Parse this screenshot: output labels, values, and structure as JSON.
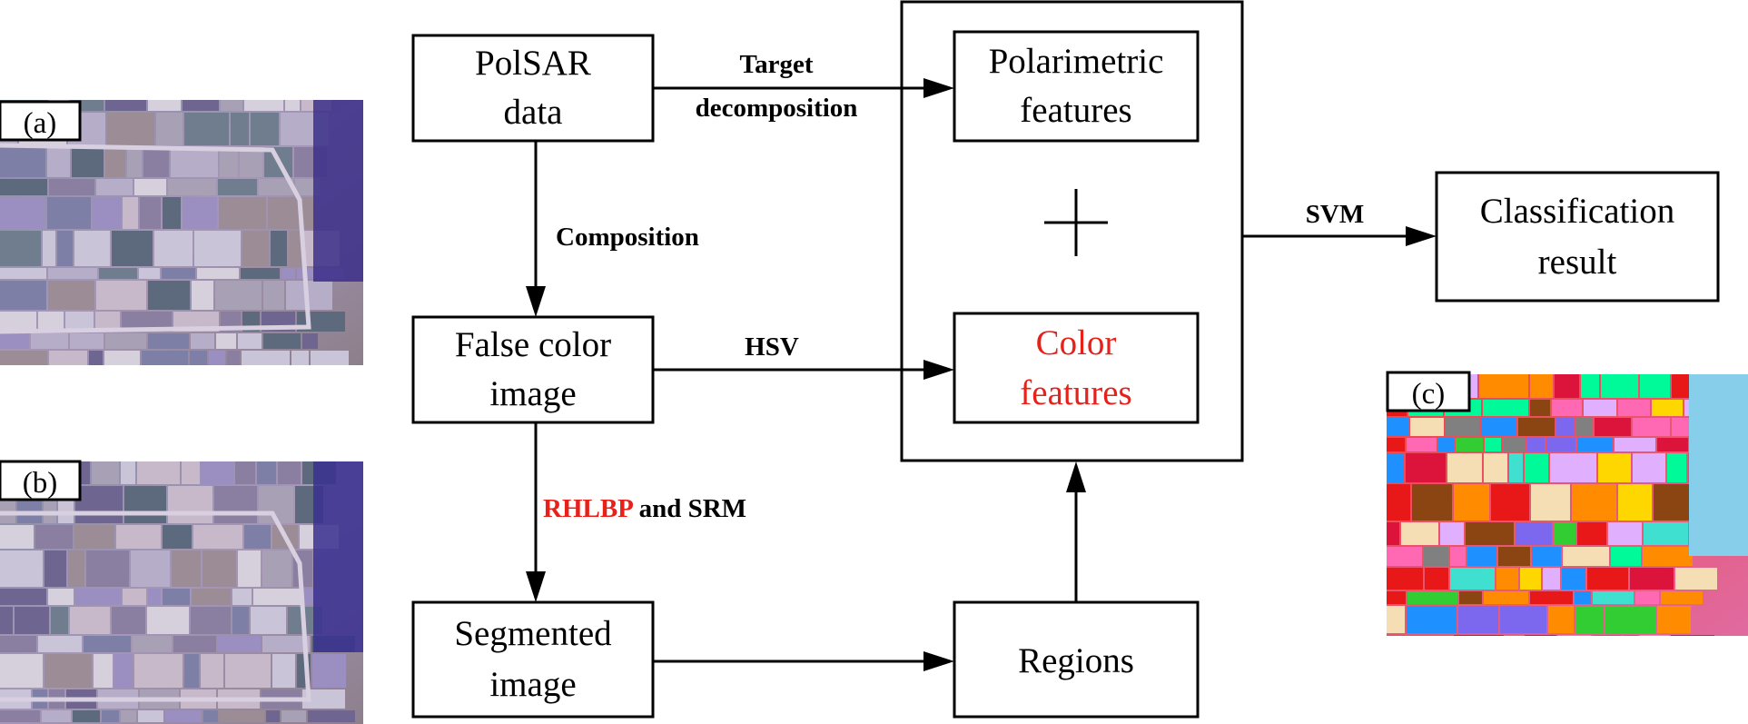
{
  "panels": {
    "a": {
      "label": "(a)",
      "content": "PolSAR image"
    },
    "b": {
      "label": "(b)",
      "content": "false color image"
    },
    "c": {
      "label": "(c)",
      "content": "classification map"
    }
  },
  "nodes": {
    "polsar": [
      "PolSAR",
      "data"
    ],
    "polarimetric": [
      "Polarimetric",
      "features"
    ],
    "plus": "+",
    "classification": [
      "Classification",
      "result"
    ],
    "false_color": [
      "False color",
      "image"
    ],
    "color_features": [
      "Color",
      "features"
    ],
    "segmented": [
      "Segmented",
      "image"
    ],
    "regions": "Regions"
  },
  "edges": {
    "target_decomposition": [
      "Target",
      "decomposition"
    ],
    "composition": "Composition",
    "hsv": "HSV",
    "svm": "SVM",
    "rhlbp": "RHLBP",
    "rhlbp_rest": " and SRM"
  },
  "colors": {
    "highlight": "#e8201a",
    "stroke": "#000000",
    "background": "#ffffff"
  }
}
